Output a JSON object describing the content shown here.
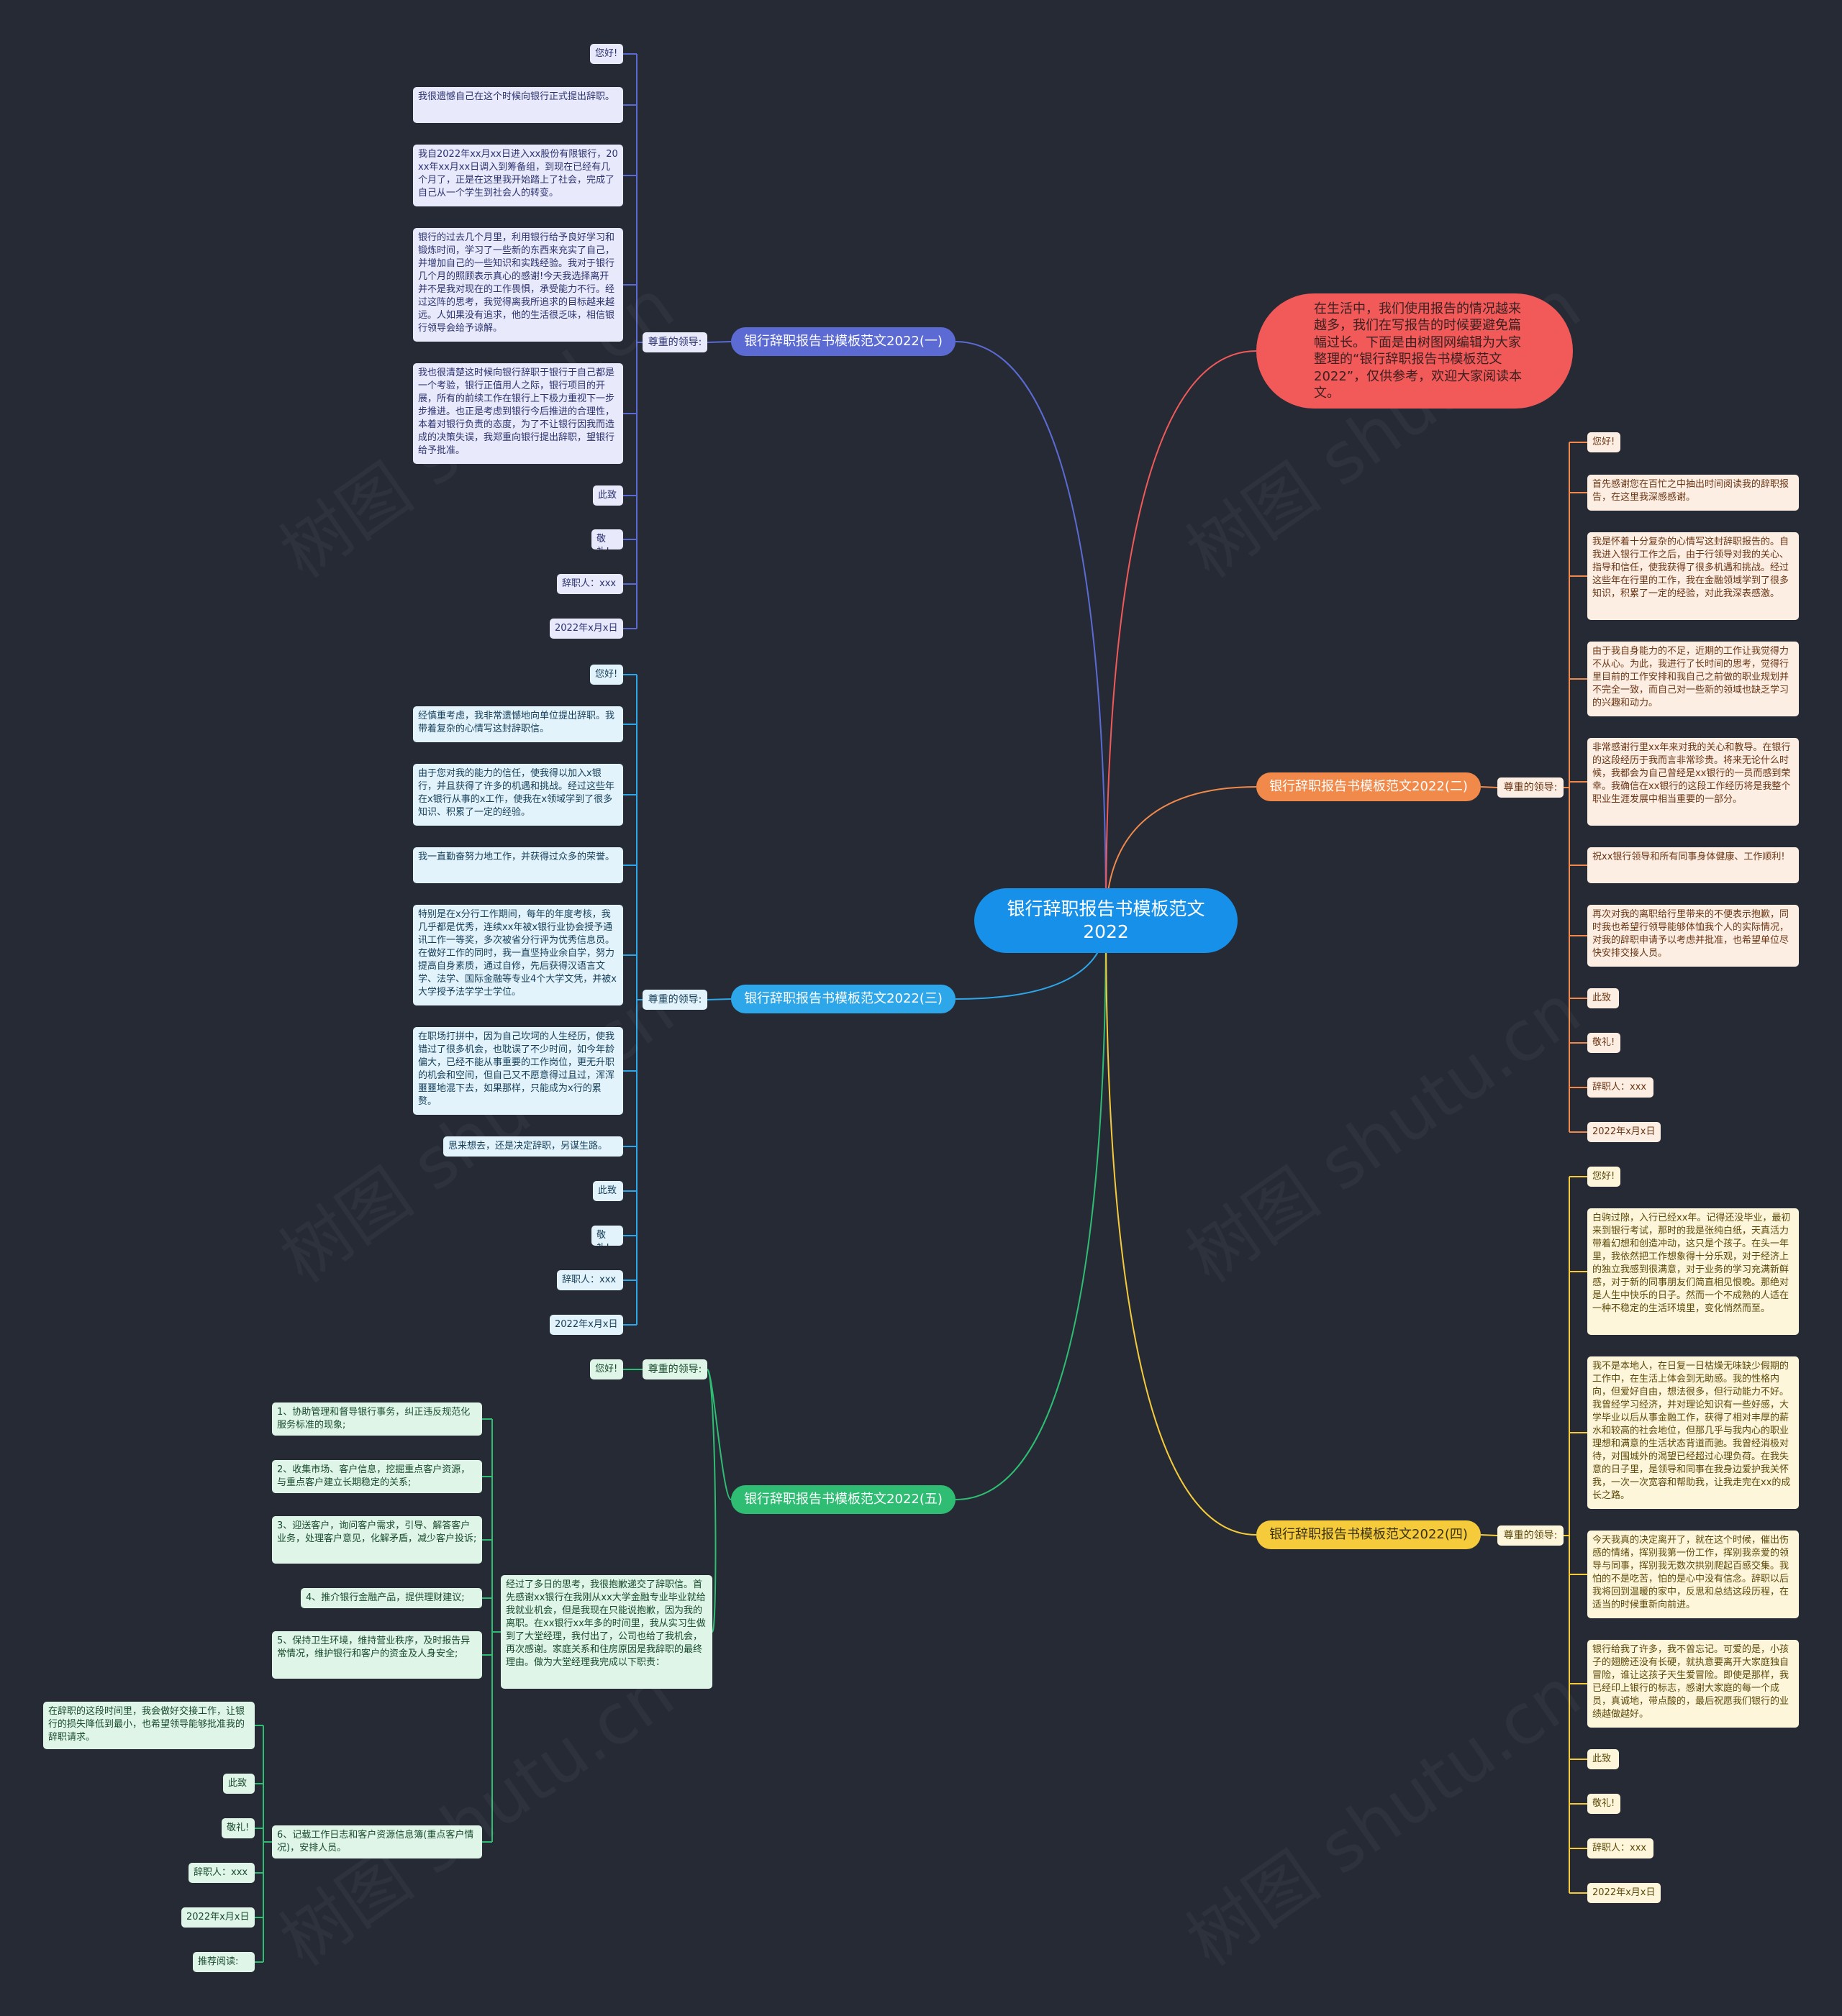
{
  "root": "银行辞职报告书模板范文2022",
  "intro": "在生活中，我们使用报告的情况越来越多，我们在写报告的时候要避免篇幅过长。下面是由树图网编辑为大家整理的“银行辞职报告书模板范文2022”，仅供参考，欢迎大家阅读本文。",
  "salutation": "尊重的领导:",
  "watermark": "树图 shutu.cn",
  "colors": {
    "b1": "#5c6bd4",
    "b2": "#f0894a",
    "b3": "#2ea7ea",
    "b4": "#f5cb3b",
    "b5": "#2ebd73",
    "intro": "#f25959"
  },
  "b1": {
    "title": "银行辞职报告书模板范文2022(一)",
    "leaves": [
      "您好!",
      "我很遗憾自己在这个时候向银行正式提出辞职。",
      "我自2022年xx月xx日进入xx股份有限银行，20xx年xx月xx日调入到筹备组，到现在已经有几个月了，正是在这里我开始踏上了社会，完成了自己从一个学生到社会人的转变。",
      "银行的过去几个月里，利用银行给予良好学习和锻炼时间，学习了一些新的东西来充实了自己，并增加自己的一些知识和实践经验。我对于银行几个月的照顾表示真心的感谢!今天我选择离开并不是我对现在的工作畏惧，承受能力不行。经过这阵的思考，我觉得离我所追求的目标越来越远。人如果没有追求，他的生活很乏味，相信银行领导会给予谅解。",
      "我也很清楚这时候向银行辞职于银行于自己都是一个考验，银行正值用人之际，银行项目的开展，所有的前续工作在银行上下极力重视下一步步推进。也正是考虑到银行今后推进的合理性，本着对银行负责的态度，为了不让银行因我而造成的决策失误，我郑重向银行提出辞职，望银行给予批准。",
      "此致",
      "敬礼!",
      "辞职人：xxx",
      "2022年x月x日"
    ]
  },
  "b3": {
    "title": "银行辞职报告书模板范文2022(三)",
    "leaves": [
      "您好!",
      "经慎重考虑，我非常遗憾地向单位提出辞职。我带着复杂的心情写这封辞职信。",
      "由于您对我的能力的信任，使我得以加入x银行，并且获得了许多的机遇和挑战。经过这些年在x银行从事的x工作，使我在x领域学到了很多知识、积累了一定的经验。",
      "我一直勤奋努力地工作，并获得过众多的荣誉。",
      "特别是在x分行工作期间，每年的年度考核，我几乎都是优秀，连续xx年被x银行业协会授予通讯工作一等奖，多次被省分行评为优秀信息员。在做好工作的同时，我一直坚持业余自学，努力提高自身素质，通过自修，先后获得汉语言文学、法学、国际金融等专业4个大学文凭，并被x大学授予法学学士学位。",
      "在职场打拼中，因为自己坎坷的人生经历，使我错过了很多机会，也耽误了不少时间，如今年龄偏大，已经不能从事重要的工作岗位，更无升职的机会和空间，但自己又不愿意得过且过，浑浑噩噩地混下去，如果那样，只能成为x行的累赘。",
      "思来想去，还是决定辞职，另谋生路。",
      "此致",
      "敬礼!",
      "辞职人：xxx",
      "2022年x月x日"
    ]
  },
  "b5": {
    "title": "银行辞职报告书模板范文2022(五)",
    "greeting": "您好!",
    "main": "经过了多日的思考，我很抱歉递交了辞职信。首先感谢xx银行在我刚从xx大学金融专业毕业就给我就业机会，但是我现在只能说抱歉，因为我的离职。在xx银行xx年多的时间里，我从实习生做到了大堂经理，我付出了，公司也给了我机会，再次感谢。家庭关系和住房原因是我辞职的最终理由。做为大堂经理我完成以下职责：",
    "duties": [
      "1、协助管理和督导银行事务，纠正违反规范化服务标准的现象;",
      "2、收集市场、客户信息，挖掘重点客户资源，与重点客户建立长期稳定的关系;",
      "3、迎送客户，询问客户需求，引导、解答客户业务，处理客户意见，化解矛盾，减少客户投诉;",
      "4、推介银行金融产品，提供理财建议;",
      "5、保持卫生环境，维持营业秩序，及时报告异常情况，维护银行和客户的资金及人身安全;",
      "6、记载工作日志和客户资源信息簿(重点客户情况)，安排人员。"
    ],
    "closing": [
      "在辞职的这段时间里，我会做好交接工作，让银行的损失降低到最小，也希望领导能够批准我的辞职请求。",
      "此致",
      "敬礼!",
      "辞职人：xxx",
      "2022年x月x日",
      "推荐阅读:"
    ]
  },
  "b2": {
    "title": "银行辞职报告书模板范文2022(二)",
    "leaves": [
      "您好!",
      "首先感谢您在百忙之中抽出时间阅读我的辞职报告，在这里我深感感谢。",
      "我是怀着十分复杂的心情写这封辞职报告的。自我进入银行工作之后，由于行领导对我的关心、指导和信任，使我获得了很多机遇和挑战。经过这些年在行里的工作，我在金融领域学到了很多知识，积累了一定的经验，对此我深表感激。",
      "由于我自身能力的不足，近期的工作让我觉得力不从心。为此，我进行了长时间的思考，觉得行里目前的工作安排和我自己之前做的职业规划并不完全一致，而自己对一些新的领域也缺乏学习的兴趣和动力。",
      "非常感谢行里xx年来对我的关心和教导。在银行的这段经历于我而言非常珍贵。将来无论什么时候，我都会为自己曾经是xx银行的一员而感到荣幸。我确信在xx银行的这段工作经历将是我整个职业生涯发展中相当重要的一部分。",
      "祝xx银行领导和所有同事身体健康、工作顺利!",
      "再次对我的离职给行里带来的不便表示抱歉，同时我也希望行领导能够体恤我个人的实际情况，对我的辞职申请予以考虑并批准，也希望单位尽快安排交接人员。",
      "此致",
      "敬礼!",
      "辞职人：xxx",
      "2022年x月x日"
    ]
  },
  "b4": {
    "title": "银行辞职报告书模板范文2022(四)",
    "leaves": [
      "您好!",
      "白驹过隙，入行已经xx年。记得还没毕业，最初来到银行考试，那时的我是张纯白纸，天真活力带着幻想和创造冲动，这只是个孩子。在头一年里，我依然把工作想象得十分乐观，对于经济上的独立我感到很满意，对于业务的学习充满新鲜感，对于新的同事朋友们简直相见恨晚。那绝对是人生中快乐的日子。然而一个不成熟的人适在一种不稳定的生活环境里，变化悄然而至。",
      "我不是本地人，在日复一日枯燥无味缺少假期的工作中，在生活上体会到无助感。我的性格内向，但爱好自由，想法很多，但行动能力不好。我曾经学习经济，并对理论知识有一些好感，大学毕业以后从事金融工作，获得了相对丰厚的薪水和较高的社会地位，但那几乎与我内心的职业理想和满意的生活状态背道而驰。我曾经消极对待，对围城外的渴望已经超过心理负荷。在我失意的日子里，是领导和同事在我身边爱护我关怀我，一次一次宽容和帮助我，让我走完在xx的成长之路。",
      "今天我真的决定离开了，就在这个时候，催出伤感的情绪，挥别我第一份工作，挥别我亲爱的领导与同事，挥别我无数次拱别爬起百感交集。我怕的不是吃苦，怕的是心中没有信念。辞职以后我将回到温暖的家中，反思和总结这段历程，在适当的时候重新向前进。",
      "银行给我了许多，我不曾忘记。可爱的是，小孩子的翅膀还没有长硬，就执意要离开大家庭独自冒险，谁让这孩子天生爱冒险。即使是那样，我已经印上银行的标志，感谢大家庭的每一个成员，真诚地，带点酸的，最后祝愿我们银行的业绩越做越好。",
      "此致",
      "敬礼!",
      "辞职人：xxx",
      "2022年x月x日"
    ]
  }
}
